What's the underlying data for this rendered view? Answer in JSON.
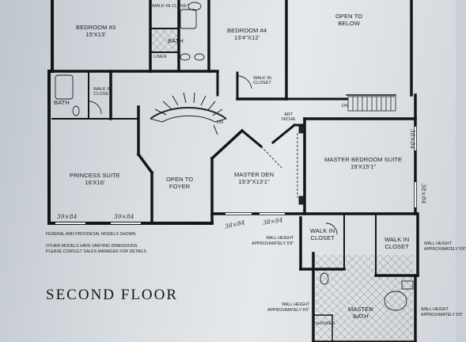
{
  "plan_title": "SECOND FLOOR",
  "rooms": {
    "walk_in_closet_top": "WALK-IN\nCLOSET",
    "bedroom3": "BEDROOM #3\n15'X13'",
    "bath_top": "BATH",
    "linen": "LINEN",
    "bedroom4": "BEDROOM #4\n13'4\"X12'",
    "open_below": "OPEN TO\nBELOW",
    "bath_left": "BATH",
    "walk_in_closet_left": "WALK IN\nCLOSET",
    "walk_in_closet_b4": "WALK IN\nCLOSET",
    "art_niche": "ART\nNICHE",
    "princess_suite": "PRINCESS SUITE\n16'X16'",
    "open_foyer": "OPEN TO\nFOYER",
    "master_den": "MASTER DEN\n15'3\"X13'1\"",
    "master_bedroom": "MASTER BEDROOM SUITE\n19'X15'1\"",
    "walk_in_closet_m1": "WALK IN\nCLOSET",
    "walk_in_closet_m2": "WALK IN\nCLOSET",
    "master_bath": "MASTER\nBATH",
    "shower": "SHOWER"
  },
  "labels": {
    "dn_stair": "DN",
    "dn_upper": "DN"
  },
  "notes": {
    "federal": "FEDERAL AND PROVINCIAL MODELS SHOWN.",
    "other_models": "OTHER MODELS HAVE VARYING DIMENSIONS.\nPLEASE CONSULT SALES MANAGER FOR DETAILS.",
    "wall_height_1": "WALL HEIGHT\nAPPROXIMATELY 5'8\"",
    "wall_height_2": "WALL HEIGHT\nAPPROXIMATELY 5'8\"",
    "wall_height_3": "WALL HEIGHT\nAPPROXIMATELY 6'6\"",
    "wall_height_4": "WALL HEIGHT\nAPPROXIMATELY 5'8\""
  },
  "handwritten": {
    "w1": "39×84",
    "w2": "39×84",
    "w3": "38×84",
    "w4": "38×84",
    "w5": "38×84",
    "w6": "38×84"
  }
}
